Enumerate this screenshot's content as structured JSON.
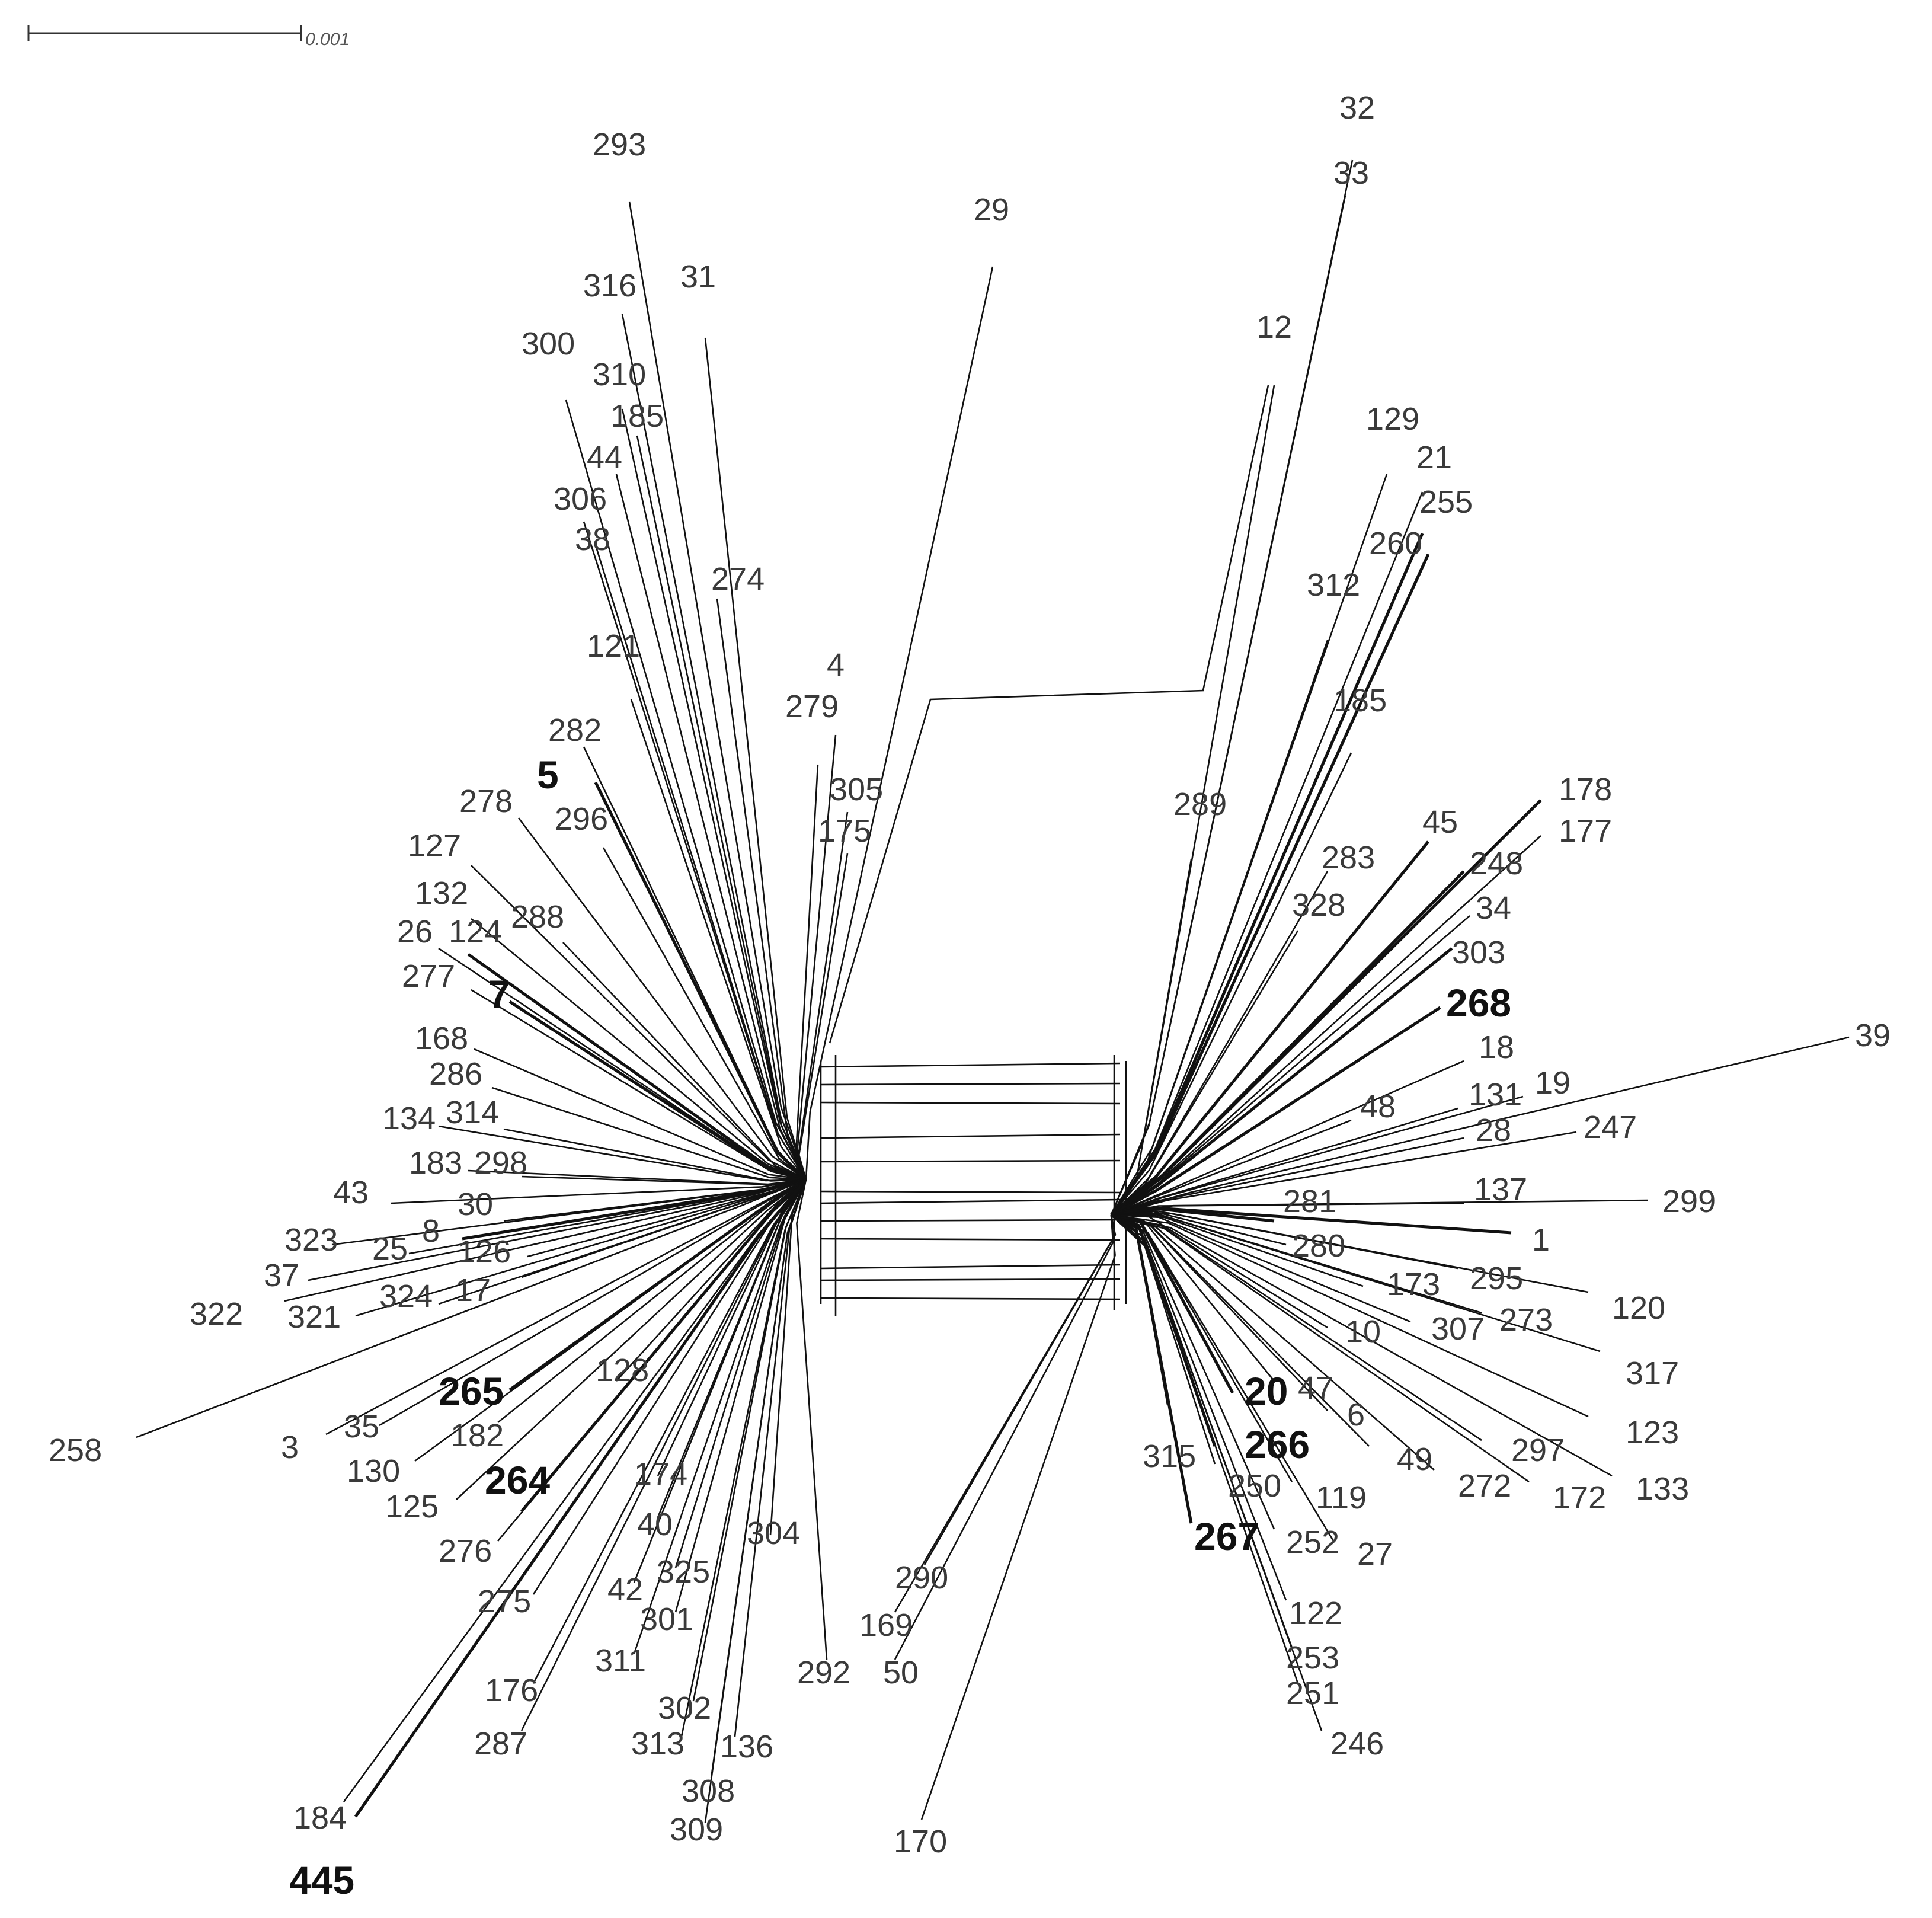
{
  "scale_bar": {
    "label": "0.001"
  },
  "taxa": [
    {
      "id": "t293",
      "label": "293"
    },
    {
      "id": "t316",
      "label": "316"
    },
    {
      "id": "t31",
      "label": "31"
    },
    {
      "id": "t300",
      "label": "300"
    },
    {
      "id": "t310",
      "label": "310"
    },
    {
      "id": "t185a",
      "label": "185"
    },
    {
      "id": "t44",
      "label": "44"
    },
    {
      "id": "t306",
      "label": "306"
    },
    {
      "id": "t38a",
      "label": "38"
    },
    {
      "id": "t274",
      "label": "274"
    },
    {
      "id": "t121",
      "label": "121"
    },
    {
      "id": "t4",
      "label": "4"
    },
    {
      "id": "t279",
      "label": "279"
    },
    {
      "id": "t29",
      "label": "29"
    },
    {
      "id": "t282",
      "label": "282"
    },
    {
      "id": "t5",
      "label": "5",
      "bold": true
    },
    {
      "id": "t305",
      "label": "305"
    },
    {
      "id": "t278",
      "label": "278"
    },
    {
      "id": "t296",
      "label": "296"
    },
    {
      "id": "t175",
      "label": "175"
    },
    {
      "id": "t127",
      "label": "127"
    },
    {
      "id": "t132",
      "label": "132"
    },
    {
      "id": "t288",
      "label": "288"
    },
    {
      "id": "t26",
      "label": "26"
    },
    {
      "id": "t124",
      "label": "124"
    },
    {
      "id": "t277",
      "label": "277"
    },
    {
      "id": "t7",
      "label": "7",
      "bold": true
    },
    {
      "id": "t168",
      "label": "168"
    },
    {
      "id": "t286",
      "label": "286"
    },
    {
      "id": "t134",
      "label": "134"
    },
    {
      "id": "t314",
      "label": "314"
    },
    {
      "id": "t183",
      "label": "183"
    },
    {
      "id": "t298",
      "label": "298"
    },
    {
      "id": "t43",
      "label": "43"
    },
    {
      "id": "t30",
      "label": "30"
    },
    {
      "id": "t323",
      "label": "323"
    },
    {
      "id": "t8",
      "label": "8"
    },
    {
      "id": "t25",
      "label": "25"
    },
    {
      "id": "t126",
      "label": "126"
    },
    {
      "id": "t37",
      "label": "37"
    },
    {
      "id": "t324",
      "label": "324"
    },
    {
      "id": "t17",
      "label": "17"
    },
    {
      "id": "t322",
      "label": "322"
    },
    {
      "id": "t321",
      "label": "321"
    },
    {
      "id": "t258",
      "label": "258"
    },
    {
      "id": "t265",
      "label": "265",
      "bold": true
    },
    {
      "id": "t128",
      "label": "128"
    },
    {
      "id": "t3",
      "label": "3"
    },
    {
      "id": "t35",
      "label": "35"
    },
    {
      "id": "t182",
      "label": "182"
    },
    {
      "id": "t130",
      "label": "130"
    },
    {
      "id": "t264",
      "label": "264",
      "bold": true
    },
    {
      "id": "t125",
      "label": "125"
    },
    {
      "id": "t174",
      "label": "174"
    },
    {
      "id": "t40",
      "label": "40"
    },
    {
      "id": "t304",
      "label": "304"
    },
    {
      "id": "t276",
      "label": "276"
    },
    {
      "id": "t325",
      "label": "325"
    },
    {
      "id": "t275",
      "label": "275"
    },
    {
      "id": "t42",
      "label": "42"
    },
    {
      "id": "t301",
      "label": "301"
    },
    {
      "id": "t290",
      "label": "290"
    },
    {
      "id": "t169",
      "label": "169"
    },
    {
      "id": "t311",
      "label": "311"
    },
    {
      "id": "t292",
      "label": "292"
    },
    {
      "id": "t50",
      "label": "50"
    },
    {
      "id": "t176",
      "label": "176"
    },
    {
      "id": "t302",
      "label": "302"
    },
    {
      "id": "t287",
      "label": "287"
    },
    {
      "id": "t313",
      "label": "313"
    },
    {
      "id": "t136",
      "label": "136"
    },
    {
      "id": "t308",
      "label": "308"
    },
    {
      "id": "t309",
      "label": "309"
    },
    {
      "id": "t170",
      "label": "170"
    },
    {
      "id": "t184",
      "label": "184"
    },
    {
      "id": "t445",
      "label": "445",
      "bold": true
    },
    {
      "id": "t32",
      "label": "32"
    },
    {
      "id": "t33",
      "label": "33"
    },
    {
      "id": "t12",
      "label": "12"
    },
    {
      "id": "t129",
      "label": "129"
    },
    {
      "id": "t21",
      "label": "21"
    },
    {
      "id": "t255",
      "label": "255"
    },
    {
      "id": "t260",
      "label": "260"
    },
    {
      "id": "t312",
      "label": "312"
    },
    {
      "id": "t185b",
      "label": "185"
    },
    {
      "id": "t289",
      "label": "289"
    },
    {
      "id": "t178",
      "label": "178"
    },
    {
      "id": "t177",
      "label": "177"
    },
    {
      "id": "t45",
      "label": "45"
    },
    {
      "id": "t283",
      "label": "283"
    },
    {
      "id": "t248",
      "label": "248"
    },
    {
      "id": "t328",
      "label": "328"
    },
    {
      "id": "t34",
      "label": "34"
    },
    {
      "id": "t303",
      "label": "303"
    },
    {
      "id": "t268",
      "label": "268",
      "bold": true
    },
    {
      "id": "t39",
      "label": "39"
    },
    {
      "id": "t18",
      "label": "18"
    },
    {
      "id": "t19",
      "label": "19"
    },
    {
      "id": "t131",
      "label": "131"
    },
    {
      "id": "t48",
      "label": "48"
    },
    {
      "id": "t247",
      "label": "247"
    },
    {
      "id": "t28",
      "label": "28"
    },
    {
      "id": "t137",
      "label": "137"
    },
    {
      "id": "t299",
      "label": "299"
    },
    {
      "id": "t281",
      "label": "281"
    },
    {
      "id": "t1",
      "label": "1"
    },
    {
      "id": "t280",
      "label": "280"
    },
    {
      "id": "t295",
      "label": "295"
    },
    {
      "id": "t173",
      "label": "173"
    },
    {
      "id": "t120",
      "label": "120"
    },
    {
      "id": "t307",
      "label": "307"
    },
    {
      "id": "t273",
      "label": "273"
    },
    {
      "id": "t10",
      "label": "10"
    },
    {
      "id": "t317",
      "label": "317"
    },
    {
      "id": "t20",
      "label": "20",
      "bold": true
    },
    {
      "id": "t47",
      "label": "47"
    },
    {
      "id": "t6",
      "label": "6"
    },
    {
      "id": "t123",
      "label": "123"
    },
    {
      "id": "t266",
      "label": "266",
      "bold": true
    },
    {
      "id": "t315",
      "label": "315"
    },
    {
      "id": "t49",
      "label": "49"
    },
    {
      "id": "t297",
      "label": "297"
    },
    {
      "id": "t250",
      "label": "250"
    },
    {
      "id": "t119",
      "label": "119"
    },
    {
      "id": "t272",
      "label": "272"
    },
    {
      "id": "t172",
      "label": "172"
    },
    {
      "id": "t133",
      "label": "133"
    },
    {
      "id": "t267",
      "label": "267",
      "bold": true
    },
    {
      "id": "t252",
      "label": "252"
    },
    {
      "id": "t27",
      "label": "27"
    },
    {
      "id": "t122",
      "label": "122"
    },
    {
      "id": "t253",
      "label": "253"
    },
    {
      "id": "t251",
      "label": "251"
    },
    {
      "id": "t246",
      "label": "246"
    }
  ]
}
